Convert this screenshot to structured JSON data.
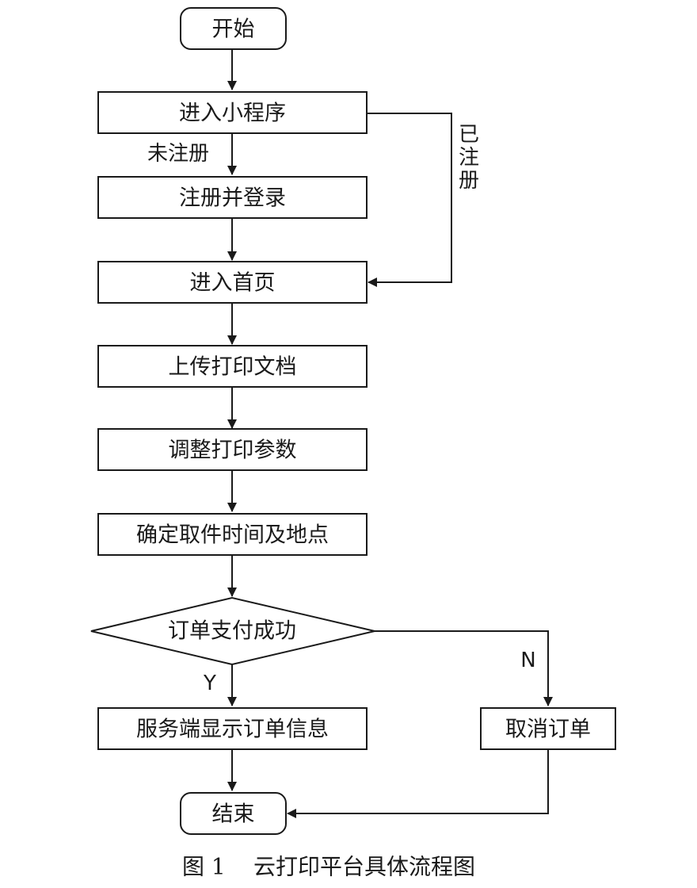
{
  "nodes": {
    "start": "开始",
    "enter_miniprogram": "进入小程序",
    "register_login": "注册并登录",
    "enter_home": "进入首页",
    "upload_doc": "上传打印文档",
    "adjust_params": "调整打印参数",
    "pickup_time_place": "确定取件时间及地点",
    "payment_decision": "订单支付成功",
    "server_show_order": "服务端显示订单信息",
    "cancel_order": "取消订单",
    "end": "结束"
  },
  "edges": {
    "not_registered": "未注册",
    "registered": [
      "已",
      "注",
      "册"
    ],
    "yes": "Y",
    "no": "N"
  },
  "caption": {
    "label": "图 1",
    "title": "云打印平台具体流程图"
  }
}
